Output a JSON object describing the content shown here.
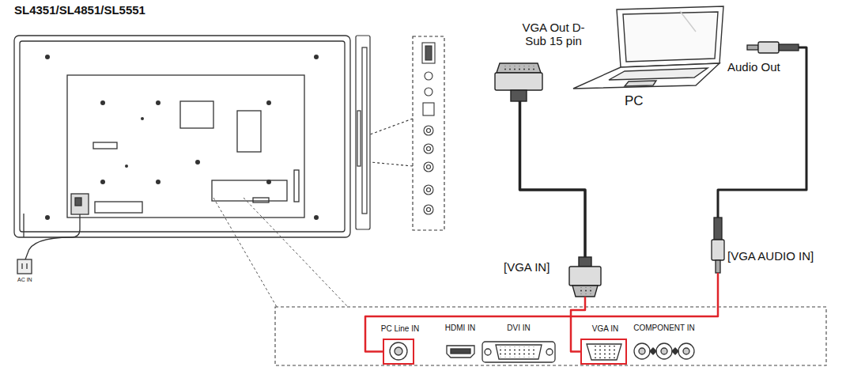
{
  "diagram": {
    "title": "SL4351/SL4851/SL5551",
    "nodes": [
      {
        "text": [
          "PC"
        ]
      },
      {
        "text": [
          "VGA Out D-Sub 15 pin"
        ]
      },
      {
        "text": [
          "Audio Out"
        ]
      },
      {
        "text": [
          "[VGA IN]"
        ]
      },
      {
        "text": [
          "[VGA AUDIO IN]"
        ]
      },
      {
        "text": [
          "PC Line IN"
        ]
      },
      {
        "text": [
          "VGA IN"
        ]
      }
    ],
    "edges": [
      {
        "from": 1,
        "to": 3,
        "arrow": "none"
      },
      {
        "from": 2,
        "to": 4,
        "arrow": "none"
      },
      {
        "from": 3,
        "to": 6,
        "arrow": "none"
      },
      {
        "from": 4,
        "to": 5,
        "arrow": "none"
      }
    ],
    "labels": [
      "AC IN",
      "HDMI IN",
      "DVI IN",
      "COMPONENT IN"
    ]
  }
}
